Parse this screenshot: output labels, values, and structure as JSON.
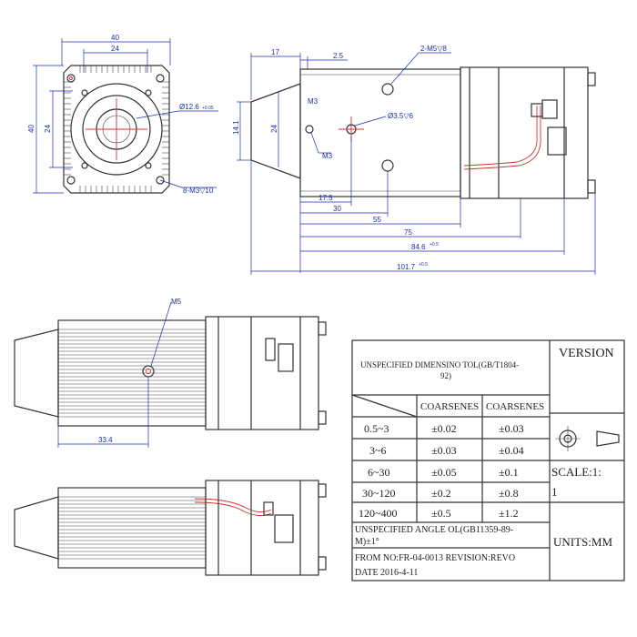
{
  "front_view": {
    "dims": {
      "width_total": "40",
      "width_inner": "24",
      "height_total": "40",
      "height_inner": "24",
      "bore": "Ø12.6",
      "bore_tol": "+0.05",
      "holes": "8-M3▽10"
    }
  },
  "side_view": {
    "dims": {
      "d17": "17",
      "d25": "2.5",
      "m5": "2-M5▽8",
      "m3a": "M3",
      "m3b": "M3",
      "hole35": "Ø3.5▽6",
      "h141": "14.1",
      "h24": "24",
      "d175": "17.5",
      "d30": "30",
      "d55": "55",
      "d75": "75",
      "d846": "84.6",
      "d846_tol": "+0.5",
      "d1017": "101.7",
      "d1017_tol": "+0.5"
    }
  },
  "top_view": {
    "dims": {
      "m5": "M5",
      "d334": "33.4"
    }
  },
  "title_block": {
    "tolerance_title_1": "UNSPECIFIED DIMENSINO TOL(GB/T1804-",
    "tolerance_title_2": "92)",
    "version_label": "VERSION",
    "col1": "COARSENES",
    "col2": "COARSENES",
    "rows": [
      {
        "range": "0.5~3",
        "v1": "±0.02",
        "v2": "±0.03"
      },
      {
        "range": "3~6",
        "v1": "±0.03",
        "v2": "±0.04"
      },
      {
        "range": "6~30",
        "v1": "±0.05",
        "v2": "±0.1"
      },
      {
        "range": "30~120",
        "v1": "±0.2",
        "v2": "±0.8"
      },
      {
        "range": "120~400",
        "v1": "±0.5",
        "v2": "±1.2"
      }
    ],
    "scale_1": "SCALE:1:",
    "scale_2": "1",
    "angle_1": "UNSPECIFIED ANGLE OL(GB11359-89-",
    "angle_2": "M)±1°",
    "units": "UNITS:MM",
    "form_no": "FROM NO:FR-04-0013 REVISION:REVO",
    "date": "DATE 2016-4-11"
  },
  "icons": [
    "first-angle-projection-icon"
  ]
}
